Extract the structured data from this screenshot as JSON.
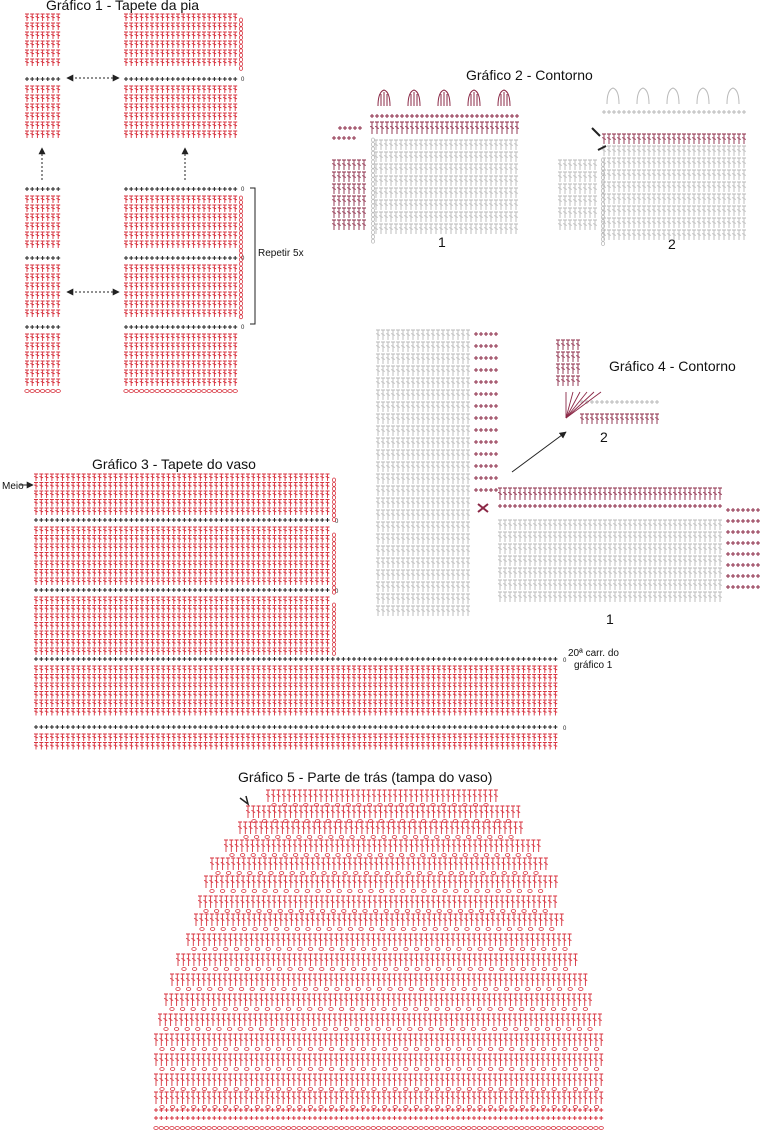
{
  "titles": {
    "g1": "Gráfico 1 - Tapete da pia",
    "g2": "Gráfico 2 - Contorno",
    "g3": "Gráfico 3 - Tapete do vaso",
    "g4": "Gráfico 4 - Contorno",
    "g5": "Gráfico 5 - Parte de trás (tampa do vaso)"
  },
  "labels": {
    "repeat": "Repetir 5x",
    "meio": "Meio",
    "row20_a": "20ª carr. do",
    "row20_b": "gráfico 1",
    "g2_part1": "1",
    "g2_part2": "2",
    "g4_part1": "1",
    "g4_part2": "2"
  },
  "colors": {
    "red": "#d7303c",
    "black": "#222222",
    "gray": "#b9b9b9",
    "maroon": "#8b2846"
  }
}
